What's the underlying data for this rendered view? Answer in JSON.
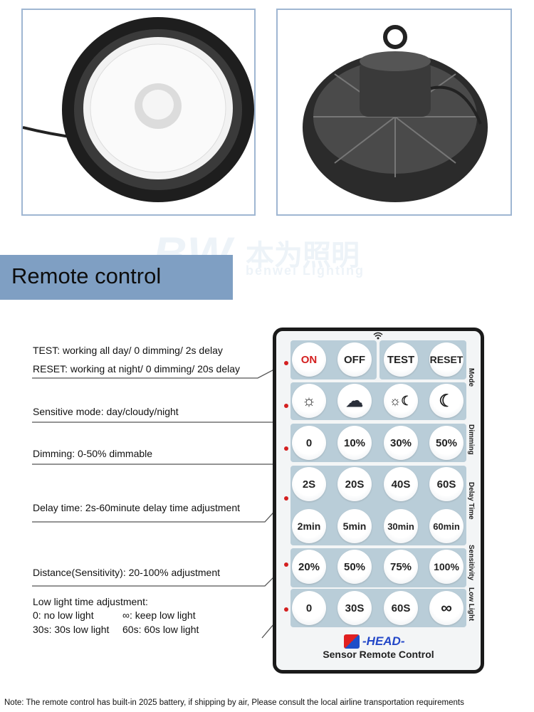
{
  "watermark": {
    "logo": "BW",
    "chinese": "本为照明",
    "english": "benwei Lighting"
  },
  "section_title": "Remote control",
  "annotations": {
    "mode_1": "TEST: working all day/ 0 dimming/ 2s delay",
    "mode_2": "RESET: working at night/ 0 dimming/ 20s delay",
    "sensitive": "Sensitive mode: day/cloudy/night",
    "dimming": "Dimming:  0-50% dimmable",
    "delay": "Delay time: 2s-60minute delay time adjustment",
    "distance": "Distance(Sensitivity): 20-100% adjustment",
    "low_title": "Low light time adjustment:",
    "low_1a": "0: no low light",
    "low_1b": "∞: keep low light",
    "low_2a": "30s: 30s low light",
    "low_2b": "60s: 60s low light"
  },
  "remote": {
    "mode": [
      "ON",
      "OFF",
      "TEST",
      "RESET"
    ],
    "mode_label": "Mode",
    "sensitive_icons": [
      "sun-icon",
      "cloud-icon",
      "sun-moon-icon",
      "moon-icon"
    ],
    "dimming": [
      "0",
      "10%",
      "30%",
      "50%"
    ],
    "dimming_label": "Dimming",
    "delay_1": [
      "2S",
      "20S",
      "40S",
      "60S"
    ],
    "delay_2": [
      "2min",
      "5min",
      "30min",
      "60min"
    ],
    "delay_label": "Delay Time",
    "sensitivity": [
      "20%",
      "50%",
      "75%",
      "100%"
    ],
    "sensitivity_label": "Sensitivity",
    "low_light": [
      "0",
      "30S",
      "60S",
      "∞"
    ],
    "low_light_label": "Low Light",
    "brand": "-HEAD-",
    "title": "Sensor Remote Control",
    "colors": {
      "on": "#d42020",
      "panel": "#b9cdd8",
      "brand": "#2448c8"
    }
  },
  "note": "Note: The remote control has built-in 2025 battery, if shipping by air, Please consult the local airline transportation requirements"
}
